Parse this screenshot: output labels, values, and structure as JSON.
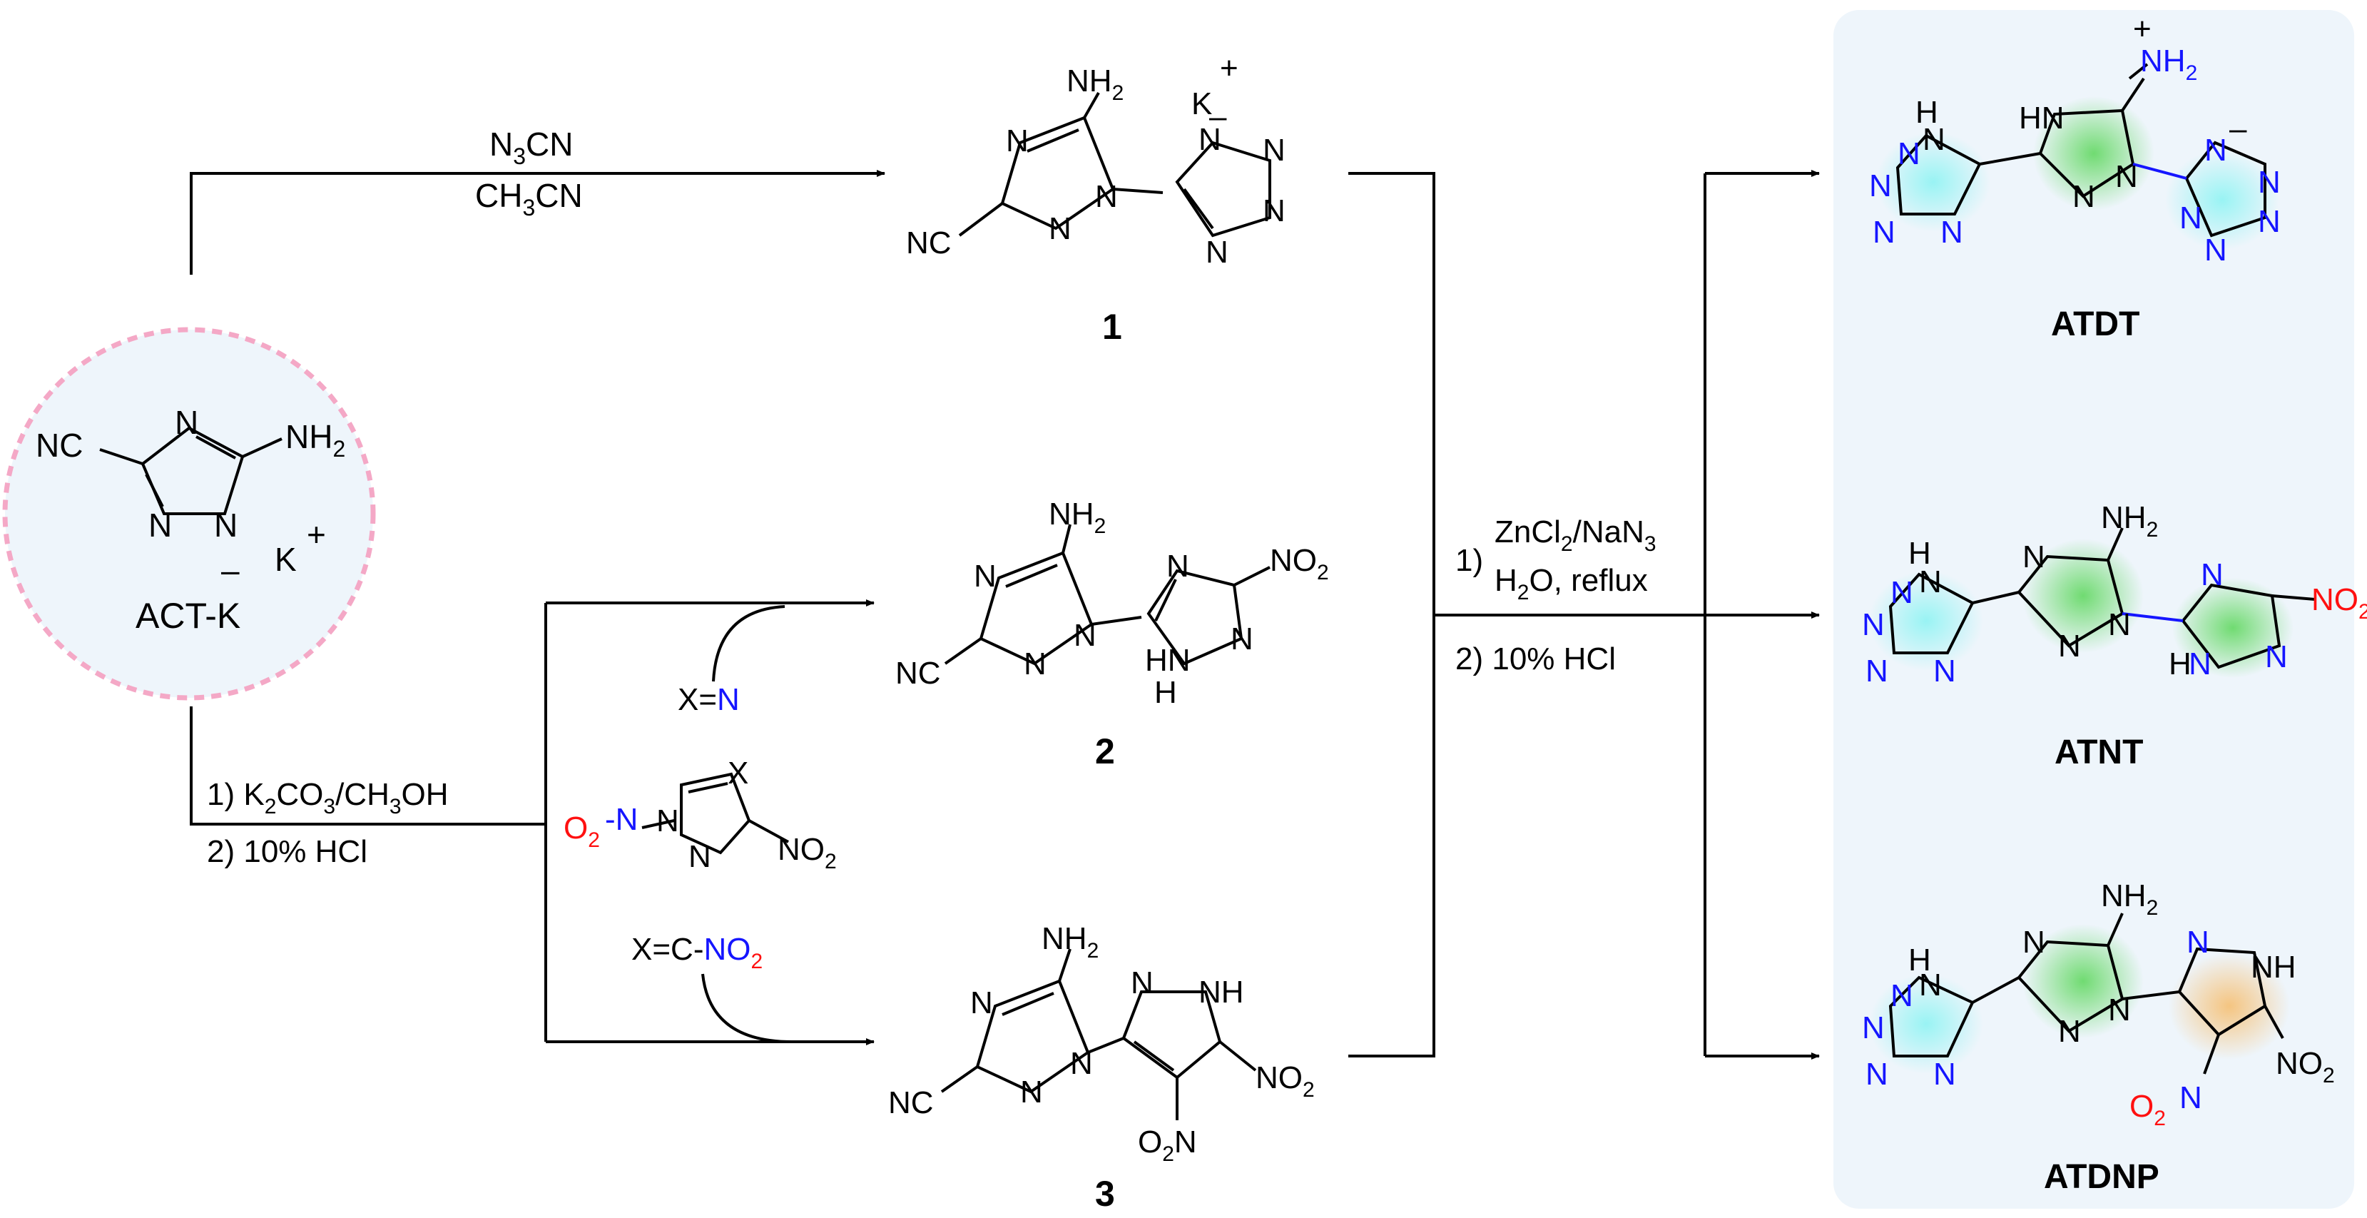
{
  "colors": {
    "bond": "#000000",
    "nitrogen": "#1515ff",
    "oxygen": "#ff1010",
    "panel": "#eef5fb",
    "dashed_circle": "#f4a8c6",
    "tetrazole_glow": "#7ff0f0",
    "triazole_glow": "#6fdc6f",
    "pyrazole_glow": "#f3c27a"
  },
  "labels": {
    "nh2": "NH",
    "sub2": "2",
    "sub3": "3",
    "cn": "NC",
    "n": "N",
    "nh": "NH",
    "hn": "HN",
    "h": "H",
    "no2": "NO",
    "o2n_o": "O",
    "k": "K",
    "plus": "+",
    "minus": "–",
    "x": "X"
  },
  "start": {
    "name": "ACT-K"
  },
  "compounds": {
    "c1": "1",
    "c2": "2",
    "c3": "3"
  },
  "products": {
    "p1": "ATDT",
    "p2": "ATNT",
    "p3": "ATDNP"
  },
  "reagents": {
    "r1_line1": "N",
    "r1_line1b": "CN",
    "r1_line2": "CH",
    "r1_line2b": "CN",
    "r2_line1a": "1) K",
    "r2_line1b": "CO",
    "r2_line1c": "/CH",
    "r2_line1d": "OH",
    "r2_line2": "2) 10% HCl",
    "x_eq_n_a": "X=",
    "x_eq_n_b": "N",
    "x_eq_c_a": "X=C-",
    "x_eq_c_b": "NO",
    "r3_line1a": "1)",
    "r3_line1b": "ZnCl",
    "r3_line1c": "/NaN",
    "r3_line2a": "H",
    "r3_line2b": "O, reflux",
    "r3_line3": "2) 10% HCl"
  }
}
